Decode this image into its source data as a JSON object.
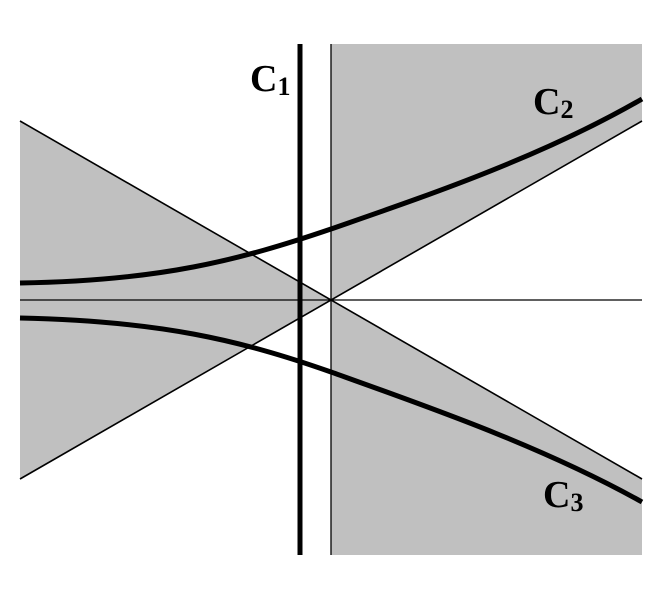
{
  "labels": {
    "c1": {
      "main": "C",
      "sub": "1"
    },
    "c2": {
      "main": "C",
      "sub": "2"
    },
    "c3": {
      "main": "C",
      "sub": "3"
    }
  },
  "colors": {
    "shade": "#c0c0c0",
    "line": "#000000",
    "background": "#ffffff"
  }
}
